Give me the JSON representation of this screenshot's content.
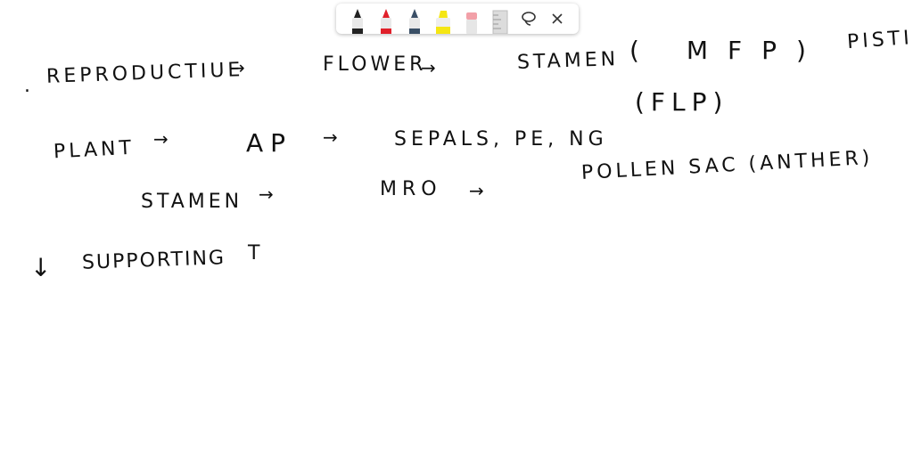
{
  "toolbar": {
    "tools": [
      {
        "name": "black-marker-tool",
        "icon": "marker-icon",
        "color": "#222222"
      },
      {
        "name": "red-marker-tool",
        "icon": "marker-icon",
        "color": "#e0202a"
      },
      {
        "name": "blue-marker-tool",
        "icon": "marker-icon",
        "color": "#3a4f66"
      },
      {
        "name": "highlighter-tool",
        "icon": "highlighter-icon",
        "color": "#f5e614"
      },
      {
        "name": "eraser-tool",
        "icon": "eraser-icon",
        "color": "#f2a0a8"
      },
      {
        "name": "ruler-tool",
        "icon": "ruler-icon",
        "color": "#d9d9d9"
      },
      {
        "name": "lasso-tool",
        "icon": "lasso-icon",
        "color": "#333333"
      },
      {
        "name": "close-tool",
        "icon": "close-icon",
        "color": "#333333"
      }
    ]
  },
  "notes": {
    "dot": ".",
    "line1": {
      "reproductive": "REPRODUCTIUE",
      "arrow1": "→",
      "flower": "FLOWER",
      "arrow2": "→",
      "stamen": "STAMEN",
      "mfp": "( MFP)",
      "pistil": "PISTIL"
    },
    "line1b": {
      "flp": "(FLP)"
    },
    "line2": {
      "plant": "PLANT",
      "arrow1": "→",
      "ap": "AP",
      "arrow2": "→",
      "sepals": "SEPALS, PE, NG"
    },
    "line3": {
      "stamen": "STAMEN",
      "arrow1": "→",
      "mro": "MRO",
      "arrow2": "→",
      "pollen": "POLLEN SAC (ANTHER)"
    },
    "line4": {
      "down_arrow": "↓",
      "supporting": "SUPPORTING",
      "t": "T"
    }
  }
}
